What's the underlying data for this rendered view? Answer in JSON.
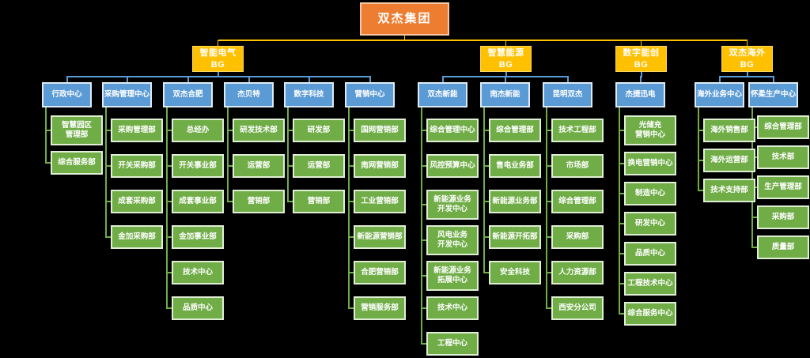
{
  "colors": {
    "background": "#000000",
    "root_fill": "#ED7D31",
    "bg_fill": "#FFC000",
    "unit_fill": "#5B9BD5",
    "dept_fill": "#70AD47",
    "root_connector": "#FFC000",
    "unit_connector": "#5B9BD5",
    "dept_connector": "#70AD47"
  },
  "root": {
    "label": "双杰集团"
  },
  "bgs": [
    {
      "label": "智能电气BG",
      "units": [
        {
          "label": "行政中心",
          "children": [
            "智慧园区\n管理部",
            "综合服务部"
          ]
        },
        {
          "label": "采购管理中心",
          "children": [
            "采购管理部",
            "开关采购部",
            "成套采购部",
            "金加采购部"
          ]
        },
        {
          "label": "双杰合肥",
          "children": [
            "总经办",
            "开关事业部",
            "成套事业部",
            "金加事业部",
            "技术中心",
            "品质中心"
          ]
        },
        {
          "label": "杰贝特",
          "children": [
            "研发技术部",
            "运营部",
            "营销部"
          ]
        },
        {
          "label": "数字科技",
          "children": [
            "研发部",
            "运营部",
            "营销部"
          ]
        },
        {
          "label": "营销中心",
          "children": [
            "国网营销部",
            "南网营销部",
            "工业营销部",
            "新能源营销部",
            "合肥营销部",
            "营销服务部"
          ]
        }
      ]
    },
    {
      "label": "智慧能源BG",
      "units": [
        {
          "label": "双杰新能",
          "children": [
            "综合管理中心",
            "风控预算中心",
            "新能源业务\n开发中心",
            "风电业务\n开发中心",
            "新能源业务\n拓展中心",
            "技术中心",
            "工程中心"
          ]
        },
        {
          "label": "南杰新能",
          "children": [
            "综合管理部",
            "售电业务部",
            "新能源业务部",
            "新能源开拓部",
            "安全科技"
          ]
        },
        {
          "label": "昆明双杰",
          "children": [
            "技术工程部",
            "市场部",
            "综合管理部",
            "采购部",
            "人力资源部",
            "西安分公司"
          ]
        }
      ]
    },
    {
      "label": "数字能创BG",
      "units": [
        {
          "label": "杰捷迅电",
          "children": [
            "光储充\n营销中心",
            "换电营销中心",
            "制造中心",
            "研发中心",
            "品质中心",
            "工程技术中心",
            "综合服务中心"
          ]
        }
      ]
    },
    {
      "label": "双杰海外BG",
      "units": [
        {
          "label": "海外业务中心",
          "children": [
            "海外销售部",
            "海外运营部",
            "技术支持部"
          ]
        },
        {
          "label": "怀柔生产中心",
          "children": [
            "综合管理部",
            "技术部",
            "生产管理部",
            "采购部",
            "质量部"
          ]
        }
      ]
    }
  ]
}
